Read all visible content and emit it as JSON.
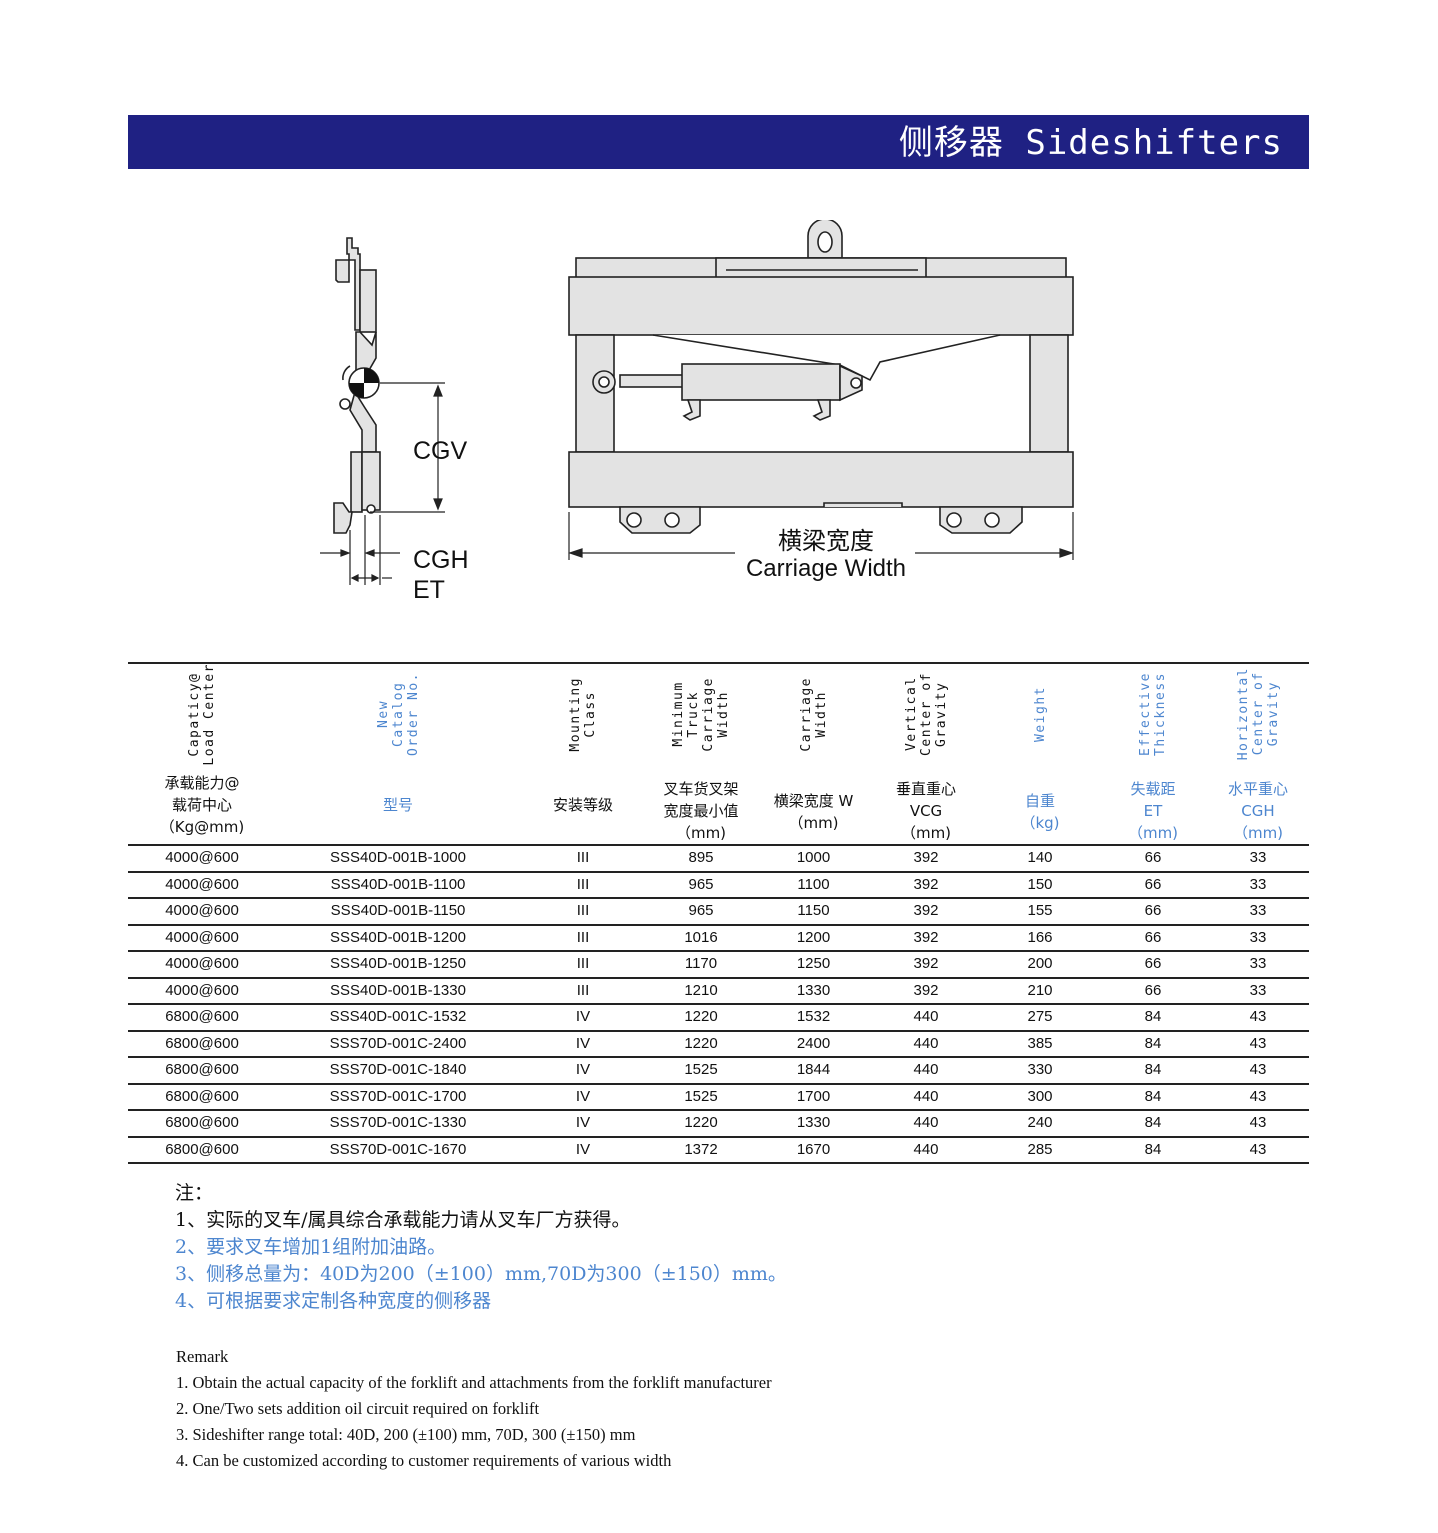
{
  "header": {
    "title": "侧移器 Sideshifters",
    "bar_color": "#1f2183"
  },
  "diagram": {
    "side_view": {
      "labels": {
        "cgv": "CGV",
        "cgh": "CGH",
        "et": "ET"
      }
    },
    "front_view": {
      "label_zh": "横梁宽度",
      "label_en": "Carriage Width"
    }
  },
  "table": {
    "columns": [
      {
        "en": "Capaticy@\nLoad Center",
        "zh": "承载能力@\n载荷中心\n（Kg@mm)",
        "color": "black"
      },
      {
        "en": "New\nCatalog\nOrder No.",
        "zh": "型号",
        "color": "blue"
      },
      {
        "en": "Mounting\nClass",
        "zh": "安装等级",
        "color": "black"
      },
      {
        "en": "Minimum\nTruck\nCarriage\nWidth",
        "zh": "叉车货叉架\n宽度最小值\n（mm)",
        "color": "black"
      },
      {
        "en": "Carriage\nWidth",
        "zh": "横梁宽度 W\n（mm)",
        "color": "black"
      },
      {
        "en": "Vertical\nCenter of\nGravity",
        "zh": "垂直重心\nVCG\n（mm)",
        "color": "black"
      },
      {
        "en": "Weight",
        "zh": "自重\n（kg)",
        "color": "blue"
      },
      {
        "en": "Effective\nThickness",
        "zh": "失载距\nET\n（mm)",
        "color": "blue"
      },
      {
        "en": "Horizontal\nCenter of\nGravity",
        "zh": "水平重心\nCGH\n（mm)",
        "color": "blue"
      }
    ],
    "rows": [
      [
        "4000@600",
        "SSS40D-001B-1000",
        "III",
        "895",
        "1000",
        "392",
        "140",
        "66",
        "33"
      ],
      [
        "4000@600",
        "SSS40D-001B-1100",
        "III",
        "965",
        "1100",
        "392",
        "150",
        "66",
        "33"
      ],
      [
        "4000@600",
        "SSS40D-001B-1150",
        "III",
        "965",
        "1150",
        "392",
        "155",
        "66",
        "33"
      ],
      [
        "4000@600",
        "SSS40D-001B-1200",
        "III",
        "1016",
        "1200",
        "392",
        "166",
        "66",
        "33"
      ],
      [
        "4000@600",
        "SSS40D-001B-1250",
        "III",
        "1170",
        "1250",
        "392",
        "200",
        "66",
        "33"
      ],
      [
        "4000@600",
        "SSS40D-001B-1330",
        "III",
        "1210",
        "1330",
        "392",
        "210",
        "66",
        "33"
      ],
      [
        "6800@600",
        "SSS40D-001C-1532",
        "IV",
        "1220",
        "1532",
        "440",
        "275",
        "84",
        "43"
      ],
      [
        "6800@600",
        "SSS70D-001C-2400",
        "IV",
        "1220",
        "2400",
        "440",
        "385",
        "84",
        "43"
      ],
      [
        "6800@600",
        "SSS70D-001C-1840",
        "IV",
        "1525",
        "1844",
        "440",
        "330",
        "84",
        "43"
      ],
      [
        "6800@600",
        "SSS70D-001C-1700",
        "IV",
        "1525",
        "1700",
        "440",
        "300",
        "84",
        "43"
      ],
      [
        "6800@600",
        "SSS70D-001C-1330",
        "IV",
        "1220",
        "1330",
        "440",
        "240",
        "84",
        "43"
      ],
      [
        "6800@600",
        "SSS70D-001C-1670",
        "IV",
        "1372",
        "1670",
        "440",
        "285",
        "84",
        "43"
      ]
    ]
  },
  "notes_zh": {
    "heading": "注：",
    "items": [
      {
        "text": "1、实际的叉车/属具综合承载能力请从叉车厂方获得。",
        "color": "#111111"
      },
      {
        "text": "2、要求叉车增加1组附加油路。",
        "color": "#4d86cf"
      },
      {
        "text": "3、侧移总量为：40D为200（±100）mm,70D为300（±150）mm。",
        "color": "#4d86cf"
      },
      {
        "text": "4、可根据要求定制各种宽度的侧移器",
        "color": "#4d86cf"
      }
    ]
  },
  "notes_en": {
    "heading": "Remark",
    "items": [
      "1. Obtain the actual capacity of the forklift and attachments from the forklift manufacturer",
      "2. One/Two sets addition oil circuit required on forklift",
      "3. Sideshifter range total: 40D, 200 (±100) mm, 70D, 300 (±150) mm",
      "4. Can be customized according to customer requirements of various width"
    ]
  }
}
